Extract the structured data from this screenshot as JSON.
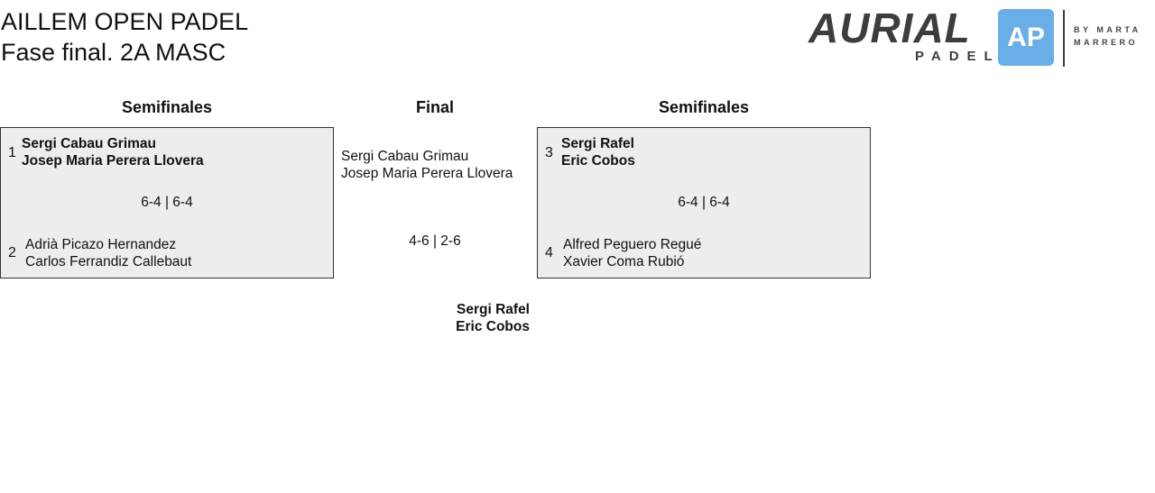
{
  "header": {
    "title": "AILLEM OPEN PADEL",
    "subtitle": "Fase final. 2A MASC"
  },
  "logo": {
    "brand": "AURIAL",
    "sub": "PADEL",
    "by": "BY MARTA",
    "by2": "MARRERO",
    "mark": "AP",
    "accent": "#6aaee8"
  },
  "rounds": {
    "left": "Semifinales",
    "final": "Final",
    "right": "Semifinales"
  },
  "left_semi": {
    "team1": {
      "seed": "1",
      "p1": "Sergi Cabau Grimau",
      "p2": "Josep Maria Perera Llovera"
    },
    "score": "6-4 | 6-4",
    "team2": {
      "seed": "2",
      "p1": "Adrià Picazo Hernandez",
      "p2": "Carlos Ferrandiz Callebaut"
    }
  },
  "right_semi": {
    "team1": {
      "seed": "3",
      "p1": "Sergi Rafel",
      "p2": "Eric Cobos"
    },
    "score": "6-4 | 6-4",
    "team2": {
      "seed": "4",
      "p1": "Alfred Peguero Regué",
      "p2": "Xavier Coma Rubió"
    }
  },
  "final": {
    "team1": {
      "p1": "Sergi Cabau Grimau",
      "p2": "Josep Maria Perera Llovera"
    },
    "score": "4-6 | 2-6",
    "winner": {
      "p1": "Sergi Rafel",
      "p2": "Eric Cobos"
    }
  }
}
